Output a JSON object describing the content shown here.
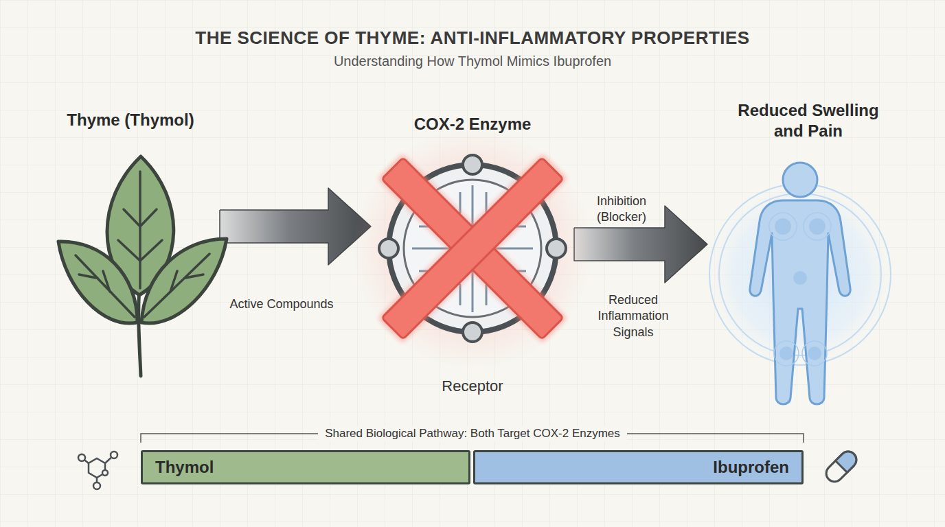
{
  "diagram": {
    "title": "THE SCIENCE OF THYME: ANTI-INFLAMMATORY PROPERTIES",
    "nodes": [
      {
        "text": [
          "Thyme (Thymol)"
        ]
      },
      {
        "text": [
          "COX-2 Enzyme",
          "Receptor"
        ]
      },
      {
        "text": [
          "Reduced Swelling and Pain"
        ]
      },
      {
        "text": [
          "Thymol"
        ]
      },
      {
        "text": [
          "Ibuprofen"
        ]
      }
    ],
    "edges": [
      {
        "from": 0,
        "to": 1,
        "label": "Active Compounds",
        "arrow": "to"
      },
      {
        "from": 1,
        "to": 2,
        "label": "Inhibition (Blocker)",
        "arrow": "to"
      }
    ],
    "labels": [
      "Understanding How Thymol Mimics Ibuprofen",
      "Reduced Inflammation Signals",
      "Shared Biological Pathway: Both Target COX-2 Enzymes"
    ]
  }
}
